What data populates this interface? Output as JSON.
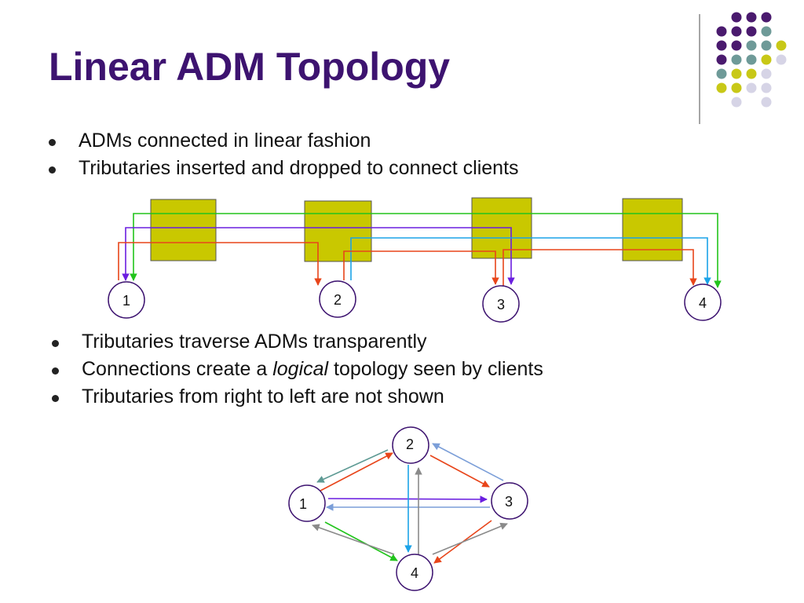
{
  "title": "Linear ADM Topology",
  "bullets_top": [
    "ADMs connected in linear fashion",
    "Tributaries inserted and dropped to connect clients"
  ],
  "bullets_bottom": {
    "item1": "Tributaries traverse ADMs transparently",
    "item2_pre": "Connections create a ",
    "item2_em": "logical",
    "item2_post": " topology seen by clients",
    "item3": "Tributaries from right to left are not shown"
  },
  "linear_nodes": [
    "1",
    "2",
    "3",
    "4"
  ],
  "logical_nodes": [
    "1",
    "2",
    "3",
    "4"
  ],
  "colors": {
    "title": "#3d1370",
    "adm_fill": "#c9c800",
    "node_border": "#3d1370",
    "green": "#22c41c",
    "purple": "#6a1ee0",
    "red": "#e8451a",
    "blue": "#1ba3e8",
    "teal": "#5e9a94",
    "gray": "#8a8a8a",
    "lightblue": "#7b9ed8"
  }
}
